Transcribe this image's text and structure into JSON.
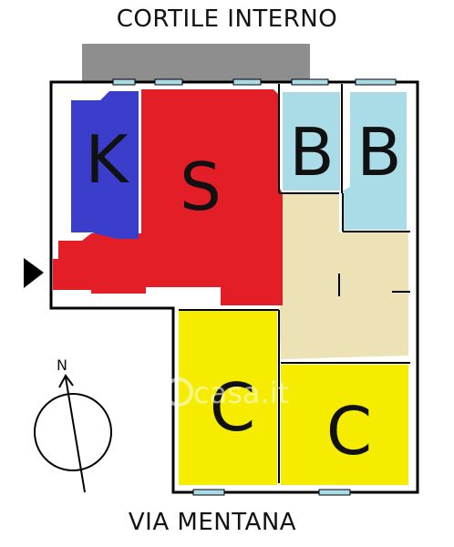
{
  "labels": {
    "top_street": "CORTILE INTERNO",
    "bottom_street": "VIA MENTANA",
    "compass_north": "N"
  },
  "rooms": {
    "kitchen": "K",
    "living": "S",
    "bath_1": "B",
    "bath_2": "B",
    "bedroom_1": "C",
    "bedroom_2": "C"
  },
  "watermark": "casa.it",
  "colors": {
    "kitchen": "#3a3ecb",
    "living": "#e31e26",
    "bath": "#a9dce6",
    "bedroom": "#f5ec00",
    "corridor": "#ece2b6",
    "terrace": "#8e8e8e",
    "walls": "#000000",
    "windows": "#a9dce6"
  },
  "icons": {
    "entrance": "entrance-arrow-icon",
    "compass": "compass-icon"
  }
}
